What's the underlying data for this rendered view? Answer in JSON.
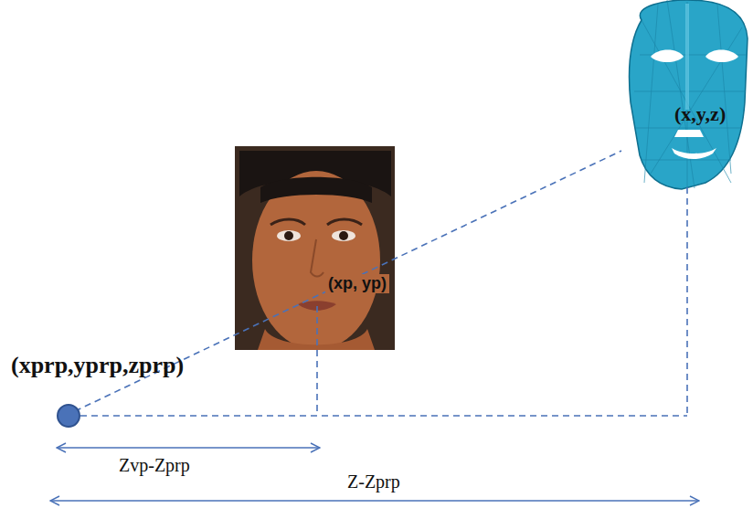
{
  "diagram": {
    "labels": [
      "(xprp,yprp,zprp)",
      "(xp, yp)",
      "(x,y,z)",
      "Zvp-Zprp",
      "Z-Zprp"
    ]
  }
}
